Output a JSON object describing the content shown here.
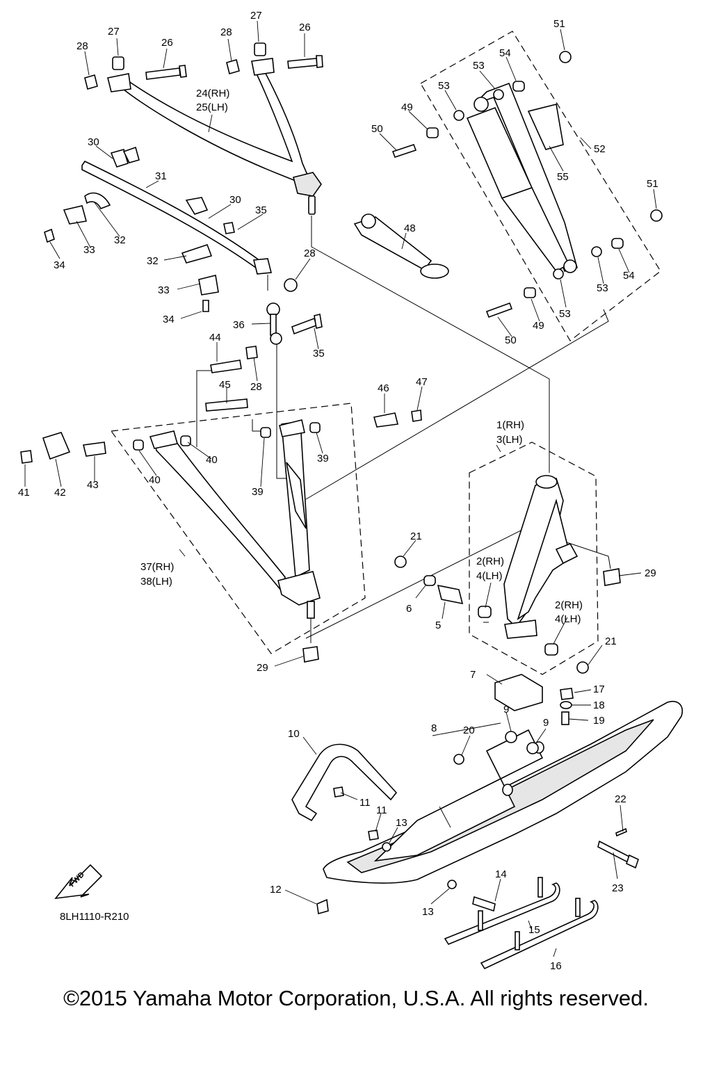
{
  "diagram": {
    "code": "8LH1110-R210",
    "fwd_label": "FWD",
    "copyright": "©2015 Yamaha Motor Corporation, U.S.A. All rights reserved."
  },
  "callouts": [
    "1(RH)",
    "3(LH)",
    "2(RH)",
    "4(LH)",
    "2(RH)",
    "4(LH)",
    "5",
    "6",
    "7",
    "8",
    "9",
    "9",
    "10",
    "11",
    "11",
    "12",
    "13",
    "13",
    "14",
    "15",
    "16",
    "17",
    "18",
    "19",
    "20",
    "21",
    "21",
    "22",
    "23",
    "24(RH)",
    "25(LH)",
    "26",
    "26",
    "27",
    "27",
    "28",
    "28",
    "28",
    "28",
    "29",
    "29",
    "30",
    "30",
    "31",
    "32",
    "32",
    "33",
    "33",
    "34",
    "34",
    "35",
    "35",
    "36",
    "37(RH)",
    "38(LH)",
    "39",
    "39",
    "40",
    "40",
    "41",
    "42",
    "43",
    "44",
    "45",
    "46",
    "47",
    "48",
    "49",
    "49",
    "50",
    "50",
    "51",
    "51",
    "52",
    "53",
    "53",
    "53",
    "53",
    "54",
    "54",
    "55"
  ]
}
